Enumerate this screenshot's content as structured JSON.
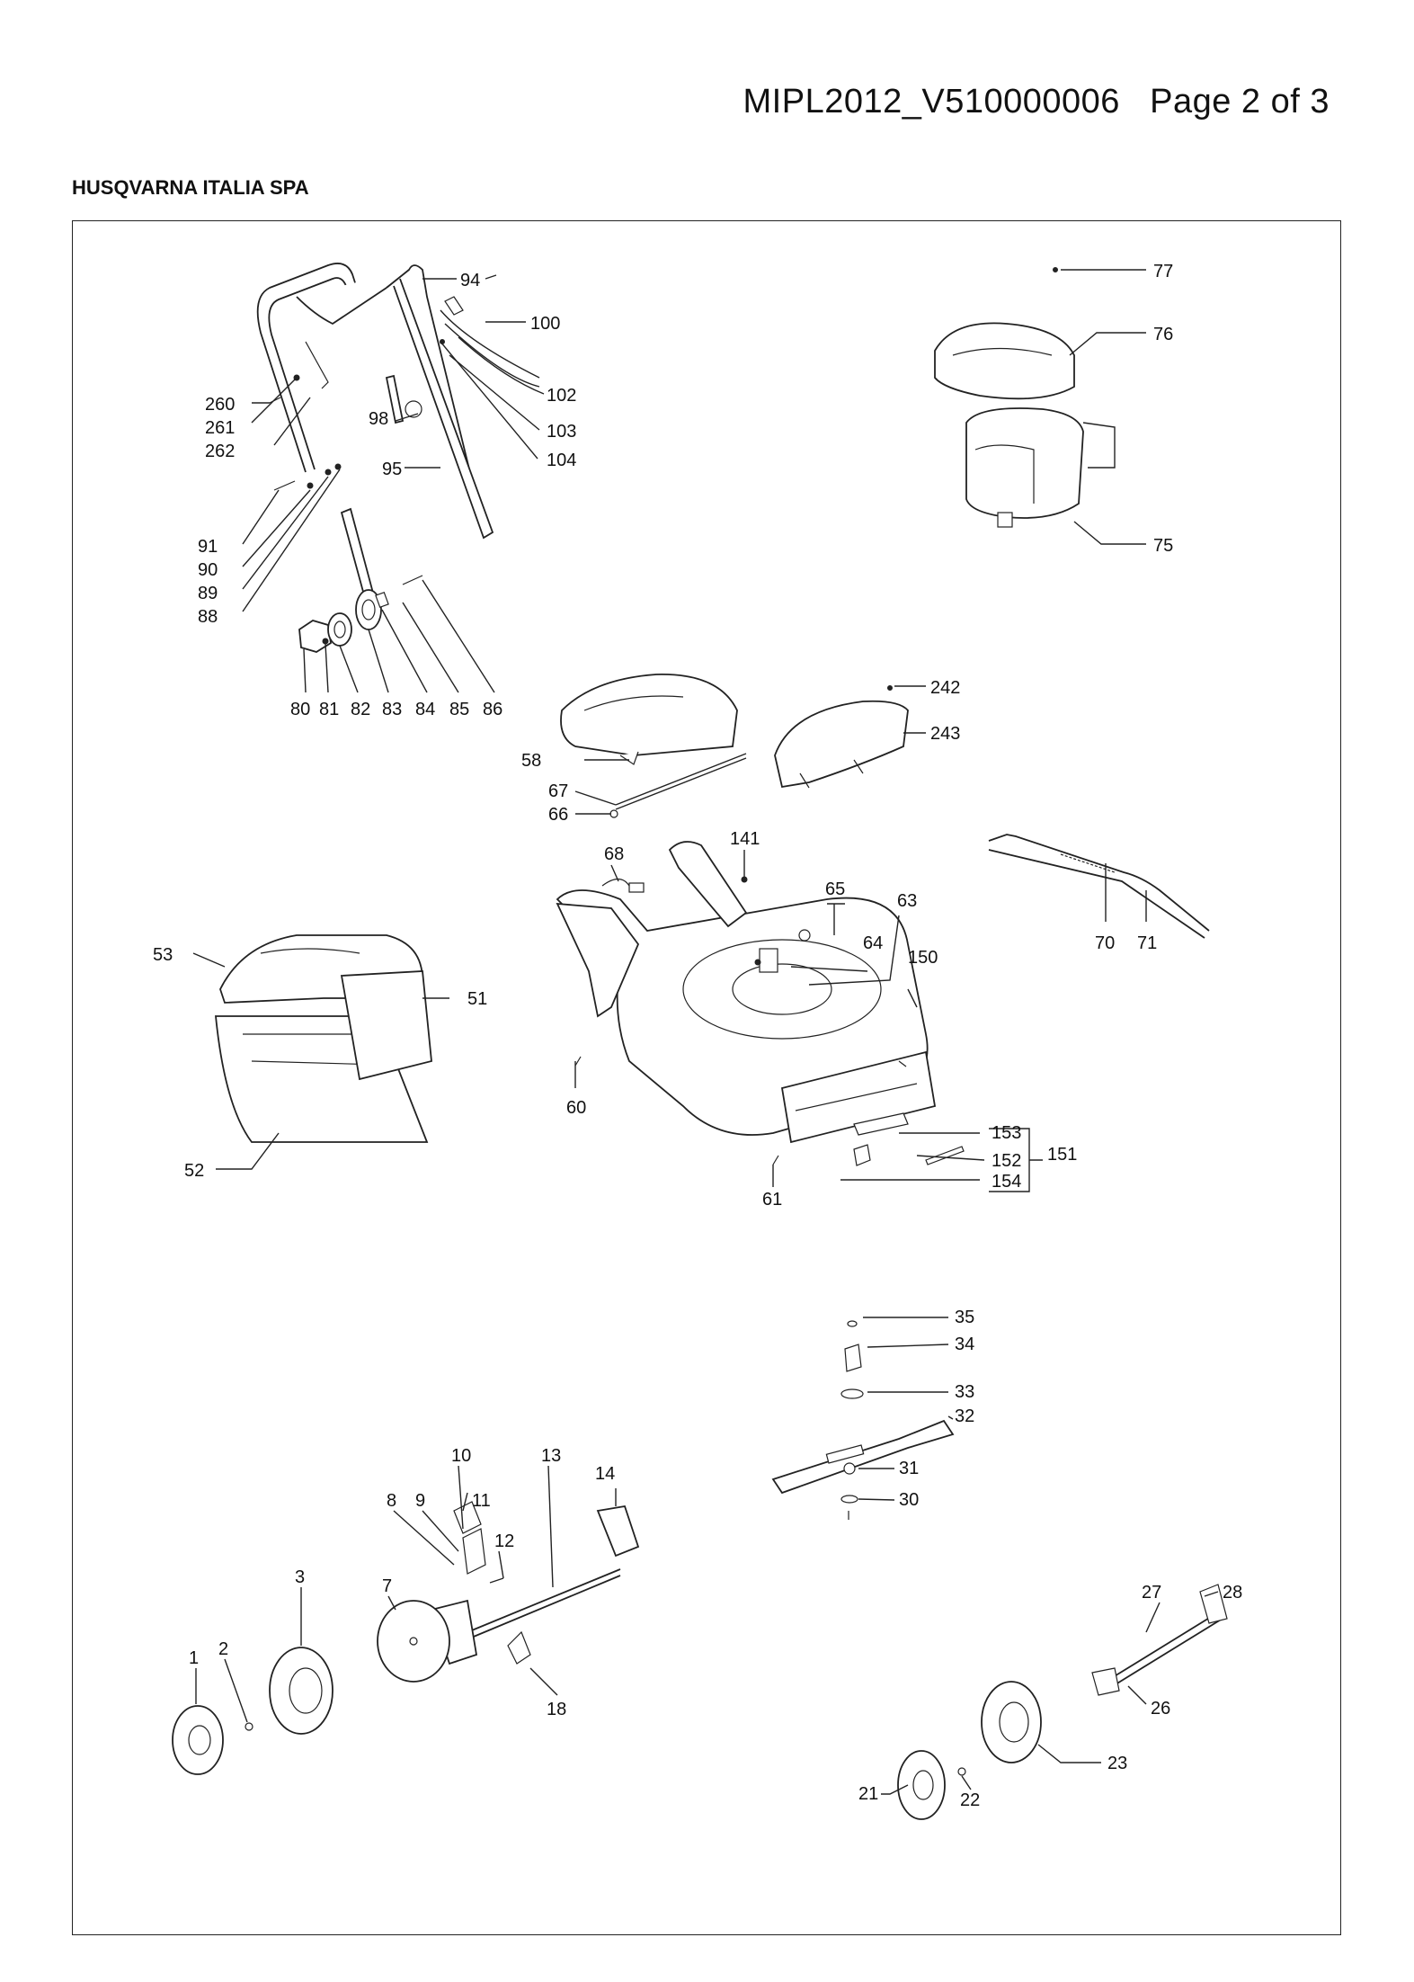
{
  "header": {
    "document_ref": "MIPL2012_V510000006   Page 2 of 3",
    "company": "HUSQVARNA ITALIA SPA"
  },
  "callouts": {
    "p94": "94",
    "p100": "100",
    "p102": "102",
    "p103": "103",
    "p104": "104",
    "p98": "98",
    "p95": "95",
    "p260": "260",
    "p261": "261",
    "p262": "262",
    "p91": "91",
    "p90": "90",
    "p89": "89",
    "p88": "88",
    "p80": "80",
    "p81": "81",
    "p82": "82",
    "p83": "83",
    "p84": "84",
    "p85": "85",
    "p86": "86",
    "p77": "77",
    "p76": "76",
    "p75": "75",
    "p242": "242",
    "p243": "243",
    "p58": "58",
    "p67": "67",
    "p66": "66",
    "p68": "68",
    "p141": "141",
    "p65": "65",
    "p63": "63",
    "p64": "64",
    "p150": "150",
    "p70": "70",
    "p71": "71",
    "p53": "53",
    "p51": "51",
    "p52": "52",
    "p60": "60",
    "p61": "61",
    "p153": "153",
    "p152": "152",
    "p154": "154",
    "p151": "151",
    "p35": "35",
    "p34": "34",
    "p33": "33",
    "p32": "32",
    "p31": "31",
    "p30": "30",
    "p14": "14",
    "p13": "13",
    "p10": "10",
    "p8": "8",
    "p9": "9",
    "p11": "11",
    "p12": "12",
    "p7": "7",
    "p3": "3",
    "p1": "1",
    "p2": "2",
    "p18": "18",
    "p27": "27",
    "p28": "28",
    "p26": "26",
    "p23": "23",
    "p21": "21",
    "p22": "22"
  }
}
